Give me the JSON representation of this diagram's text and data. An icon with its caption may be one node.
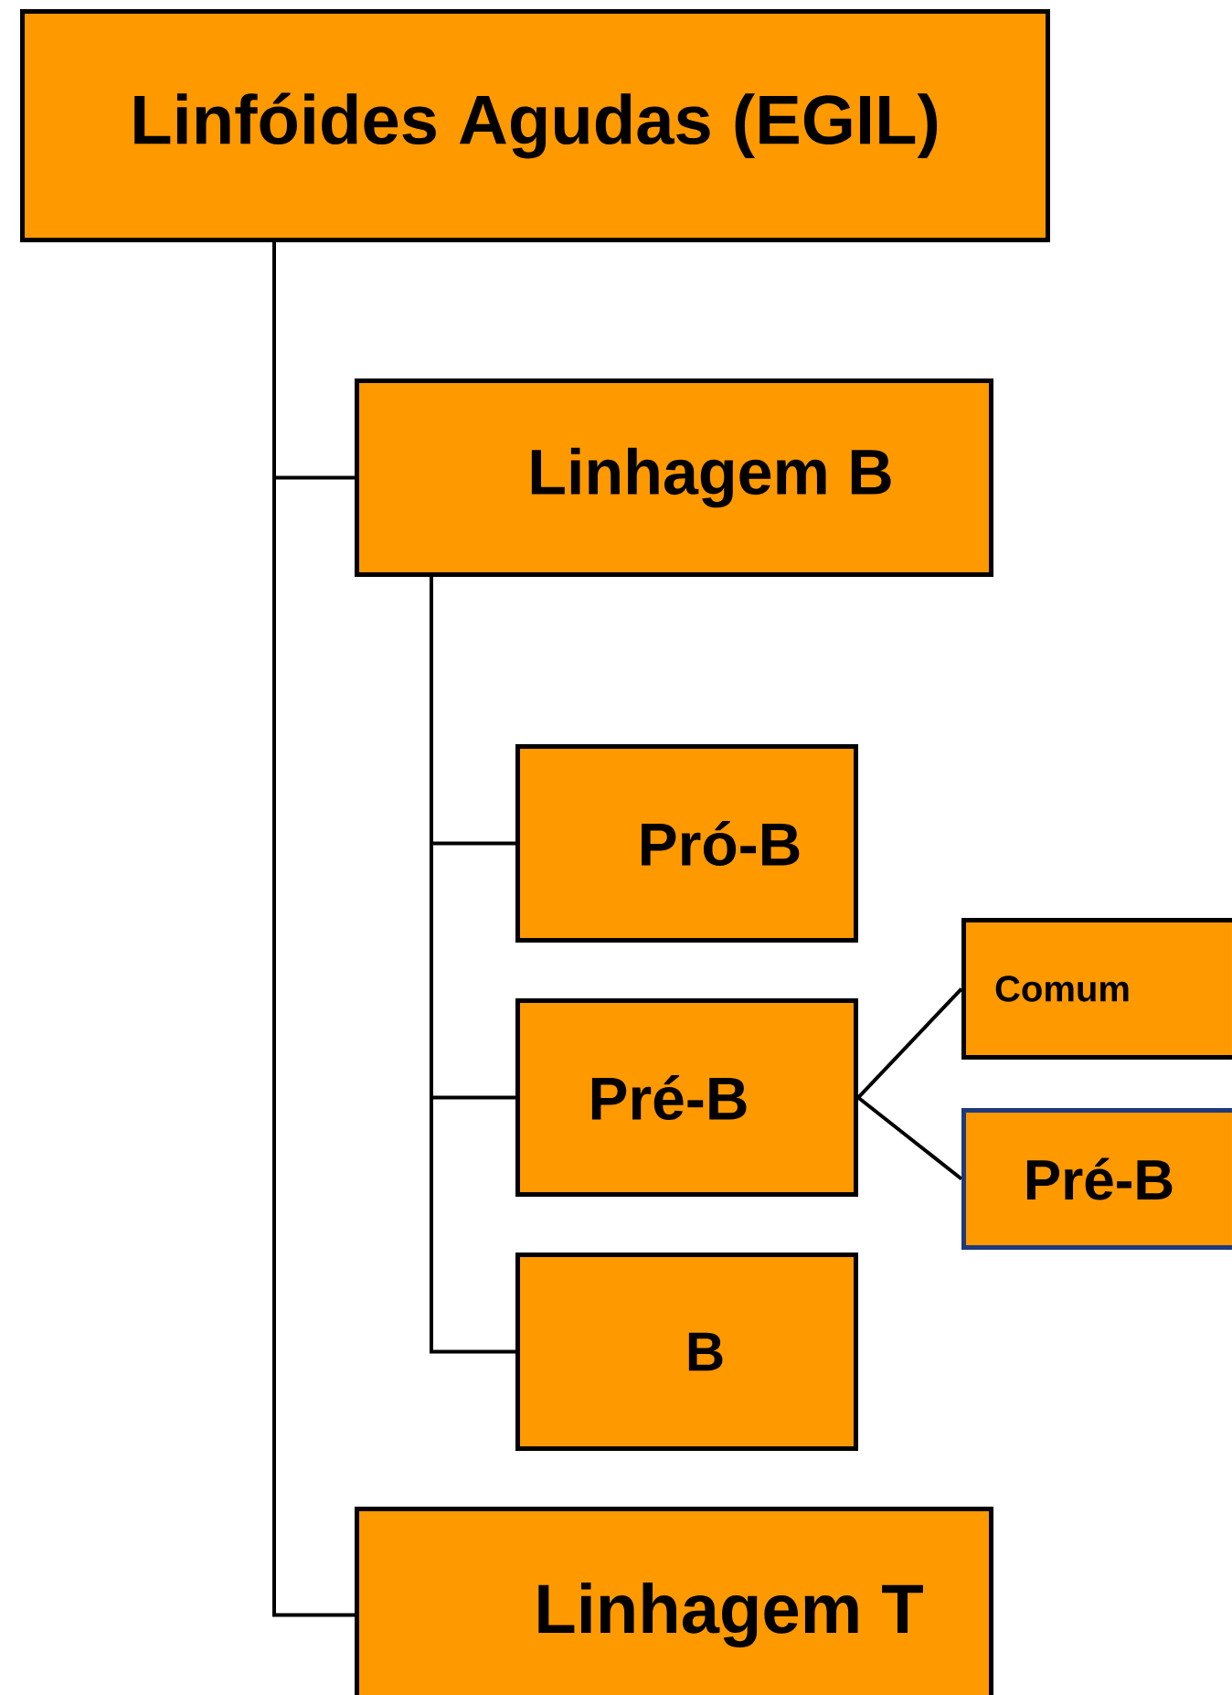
{
  "diagram": {
    "nodes": [
      {
        "text": [
          "Linfóides Agudas (EGIL)"
        ]
      },
      {
        "text": [
          "Linhagem B"
        ]
      },
      {
        "text": [
          "Pró-B"
        ]
      },
      {
        "text": [
          "Pré-B"
        ]
      },
      {
        "text": [
          "B"
        ]
      },
      {
        "text": [
          "Comum"
        ]
      },
      {
        "text": [
          "Pré-B"
        ]
      },
      {
        "text": [
          "Linhagem T"
        ]
      }
    ],
    "edges": [
      {
        "from": 0,
        "to": 1,
        "arrow": "none"
      },
      {
        "from": 0,
        "to": 7,
        "arrow": "none"
      },
      {
        "from": 1,
        "to": 2,
        "arrow": "none"
      },
      {
        "from": 1,
        "to": 3,
        "arrow": "none"
      },
      {
        "from": 1,
        "to": 4,
        "arrow": "none"
      },
      {
        "from": 3,
        "to": 5,
        "arrow": "none"
      },
      {
        "from": 3,
        "to": 6,
        "arrow": "none"
      }
    ]
  }
}
